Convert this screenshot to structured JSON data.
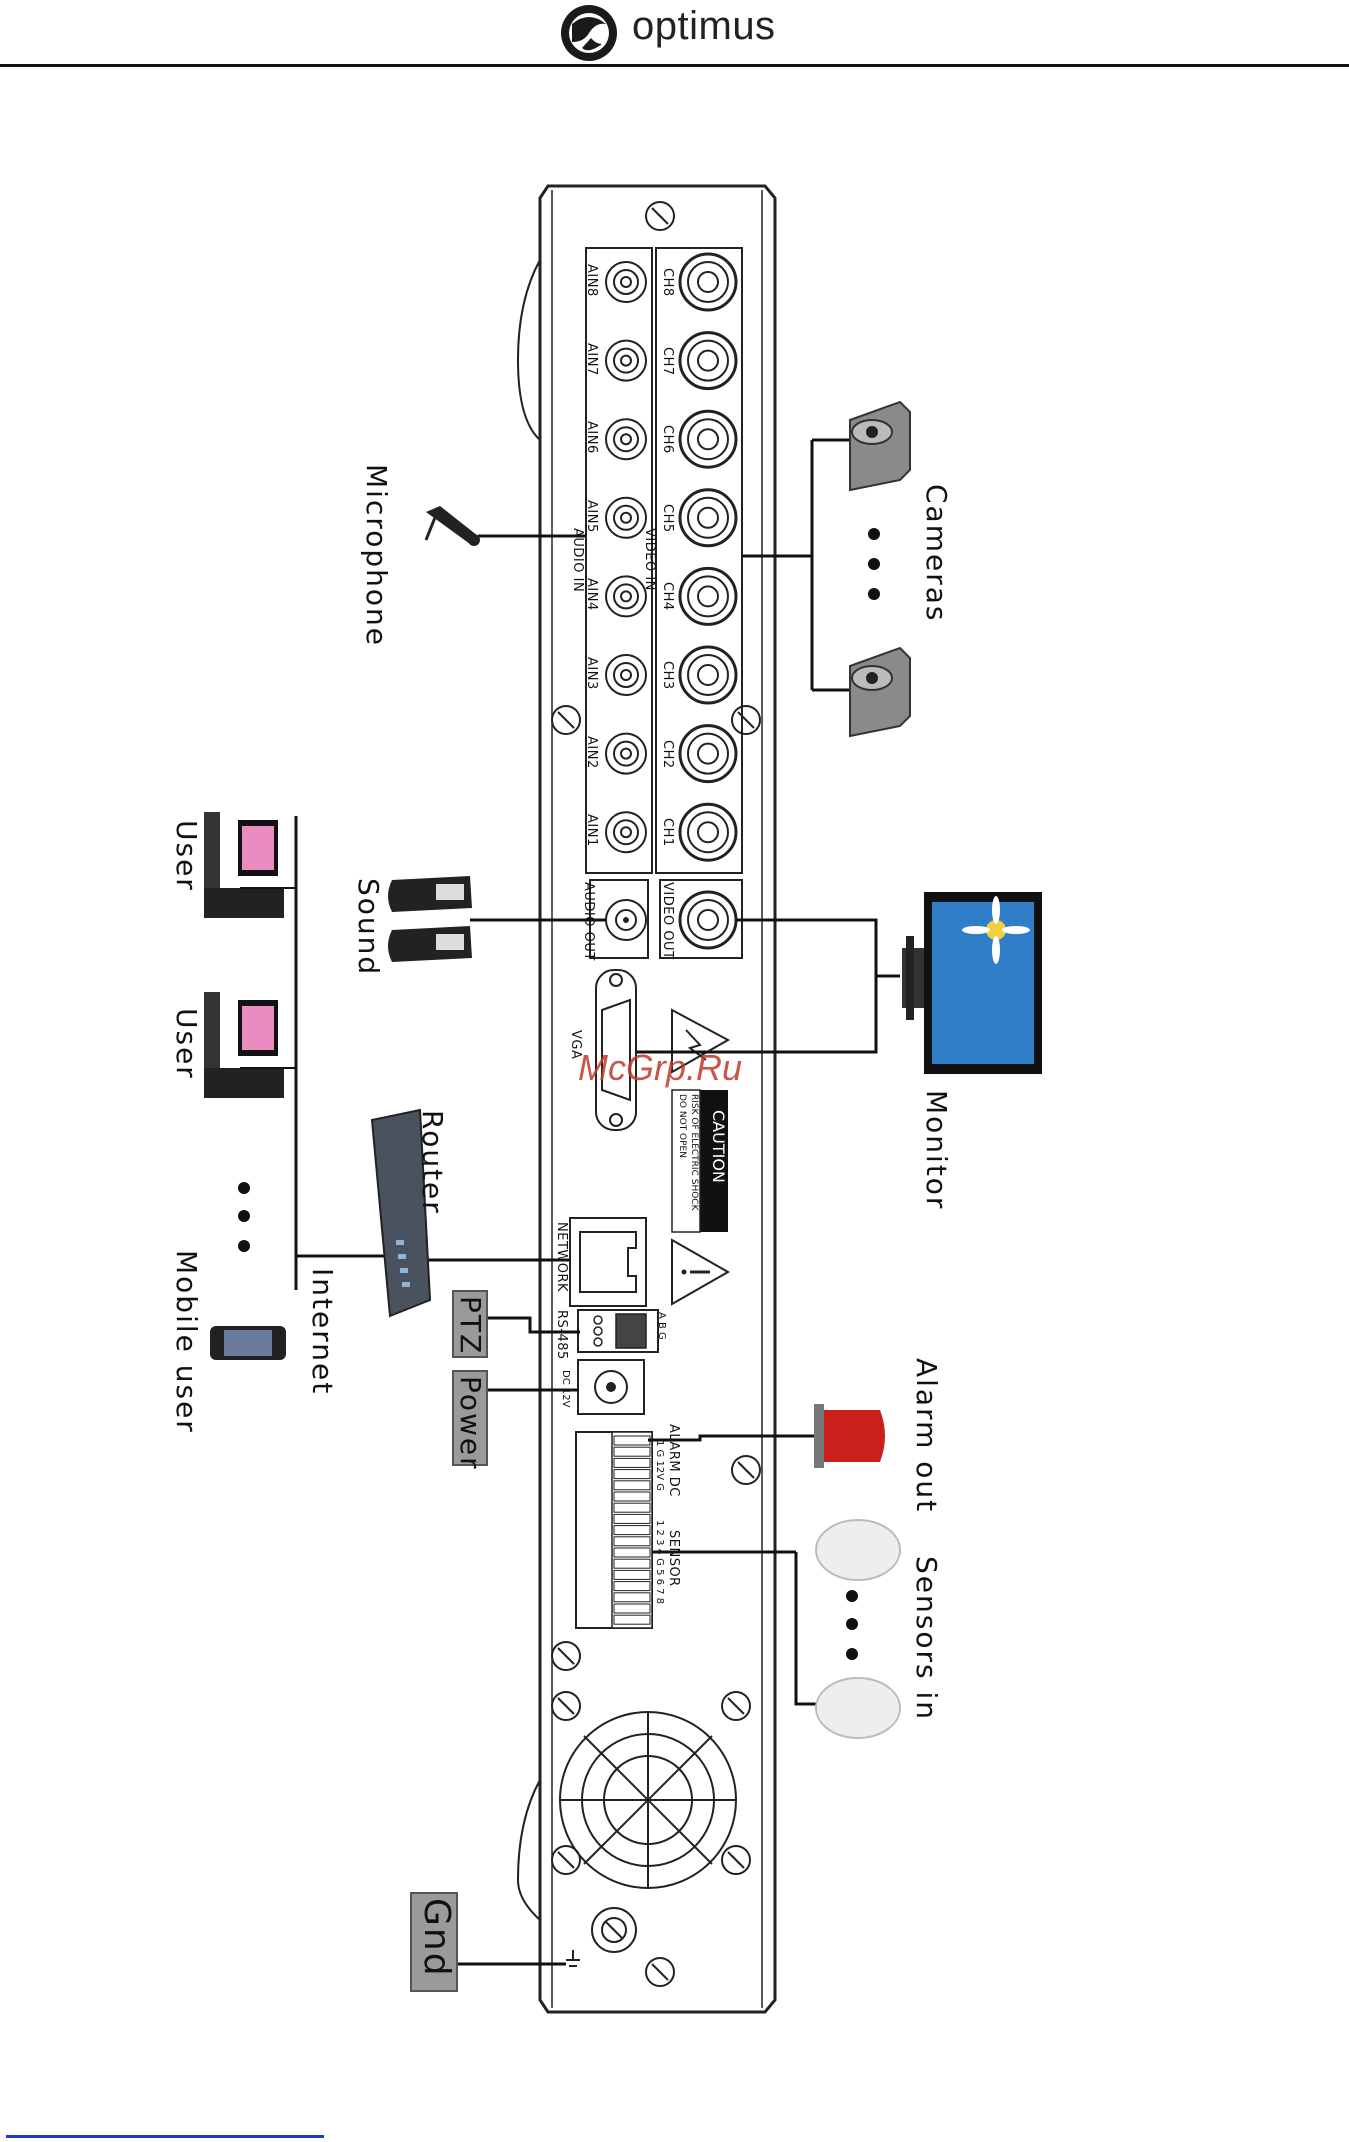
{
  "brand": {
    "name": "optimus"
  },
  "watermark": "McGrp.Ru",
  "rear_panel": {
    "audio_inputs": [
      "AIN8",
      "AIN7",
      "AIN6",
      "AIN5",
      "AIN4",
      "AIN3",
      "AIN2",
      "AIN1"
    ],
    "video_inputs": [
      "CH8",
      "CH7",
      "CH6",
      "CH5",
      "CH4",
      "CH3",
      "CH2",
      "CH1"
    ],
    "audio_in_label": "AUDIO IN",
    "video_in_label": "VIDEO IN",
    "audio_out": "AUDIO OUT",
    "video_out": "VIDEO OUT",
    "vga": "VGA",
    "caution_title": "CAUTION",
    "caution_line1": "RISK OF ELECTRIC SHOCK",
    "caution_line2": "DO NOT OPEN",
    "network": "NETWORK",
    "rs485": "RS-485",
    "rs485_pins": "A B G",
    "dc": "DC 12V",
    "alarm_label": "ALARM DC",
    "alarm_pins": "1  G 12V G",
    "sensor_label": "SENSOR",
    "sensor_pins": "1 2 3 4 G 5 6 7 8"
  },
  "devices": {
    "cameras": "Cameras",
    "microphone": "Microphone",
    "monitor": "Monitor",
    "sound": "Sound",
    "router": "Router",
    "internet": "Internet",
    "user1": "User",
    "user2": "User",
    "mobile_user": "Mobile user",
    "ptz": "PTZ",
    "power": "Power",
    "alarm_out": "Alarm out",
    "sensors_in": "Sensors in",
    "gnd": "Gnd"
  },
  "colors": {
    "accent_red": "#c0392b",
    "box_gray": "#9a9a9a",
    "line": "#111111"
  }
}
